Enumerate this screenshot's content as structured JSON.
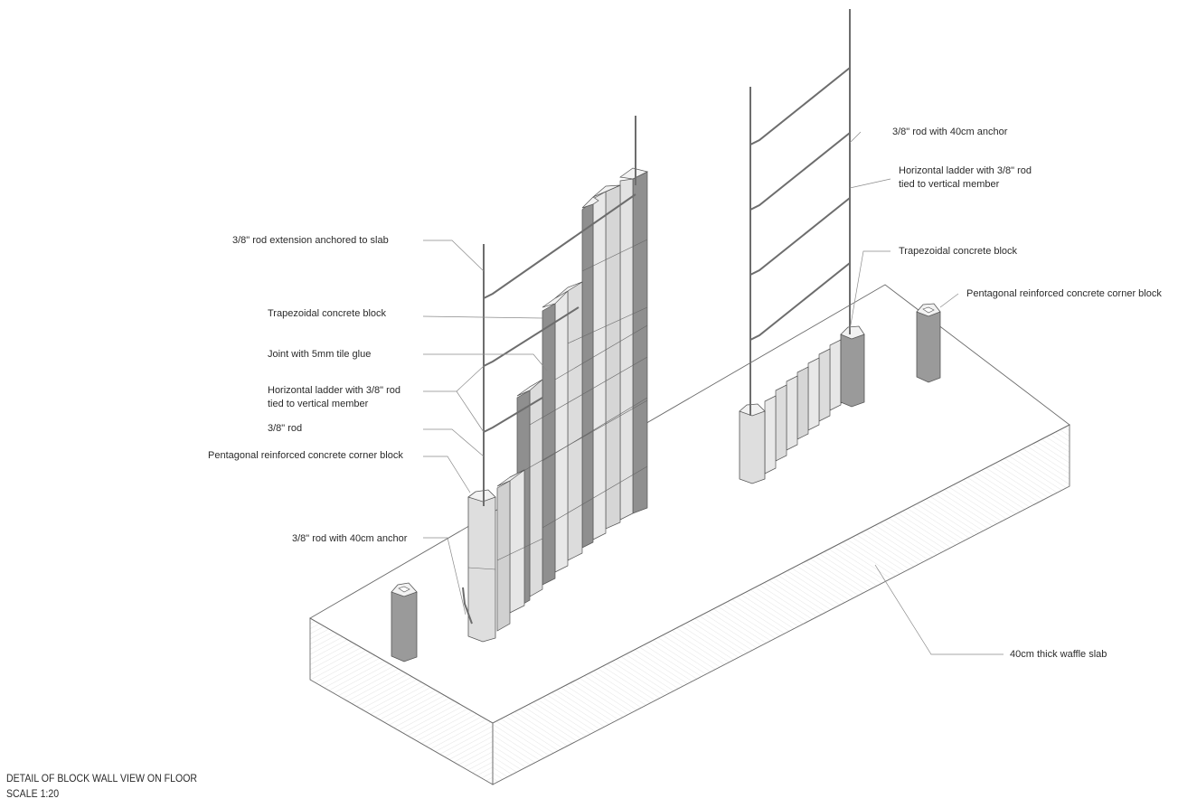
{
  "labels": {
    "left": {
      "rod_extension": "3/8\" rod extension anchored to slab",
      "trapezoidal_block": "Trapezoidal concrete block",
      "joint": "Joint with 5mm tile glue",
      "ladder_line1": "Horizontal ladder with 3/8\" rod",
      "ladder_line2": "tied to vertical member",
      "rod": "3/8\" rod",
      "corner_block": "Pentagonal reinforced concrete corner block",
      "rod_anchor": "3/8\" rod with 40cm anchor"
    },
    "right": {
      "rod_anchor": "3/8\" rod with 40cm anchor",
      "ladder_line1": "Horizontal ladder with 3/8\" rod",
      "ladder_line2": "tied to vertical member",
      "trapezoidal_block": "Trapezoidal concrete block",
      "corner_block": "Pentagonal reinforced concrete corner block",
      "slab": "40cm thick waffle slab"
    }
  },
  "title": {
    "line1": "DETAIL OF BLOCK WALL VIEW ON FLOOR",
    "line2": "SCALE 1:20"
  },
  "colors": {
    "line": "#555555",
    "leader": "#8a8a8a",
    "block_face": "#dcdcdc",
    "block_light": "#ececec",
    "block_dark": "#8f8f8f",
    "block_mid": "#bdbdbd",
    "rod": "#6d6d6d",
    "hatch": "#cfcfcf"
  }
}
